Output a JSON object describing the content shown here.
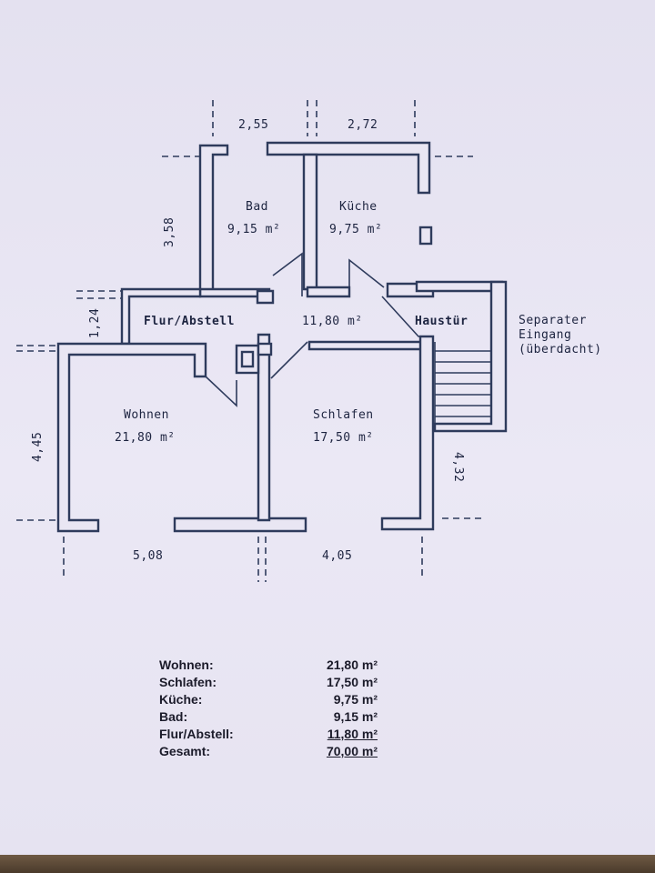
{
  "plan": {
    "rooms": [
      {
        "name": "Bad",
        "area": "9,15 m²"
      },
      {
        "name": "Küche",
        "area": "9,75 m²"
      },
      {
        "name": "Flur/Abstell",
        "area": "11,80 m²"
      },
      {
        "name": "Haustür"
      },
      {
        "name": "Wohnen",
        "area": "21,80 m²"
      },
      {
        "name": "Schlafen",
        "area": "17,50 m²"
      }
    ],
    "entrance_note": [
      "Separater",
      "Eingang",
      "(überdacht)"
    ],
    "dimensions": {
      "top_left": "2,55",
      "top_right": "2,72",
      "left_bad": "3,58",
      "left_flur": "1,24",
      "left_wohnen": "4,45",
      "right_schlafen": "4,32",
      "bottom_left": "5,08",
      "bottom_right": "4,05"
    }
  },
  "summary": {
    "rows": [
      {
        "label": "Wohnen:",
        "value": "21,80 m²"
      },
      {
        "label": "Schlafen:",
        "value": "17,50 m²"
      },
      {
        "label": "Küche:",
        "value": "9,75 m²"
      },
      {
        "label": "Bad:",
        "value": "9,15 m²"
      },
      {
        "label": "Flur/Abstell:",
        "value": "11,80 m²"
      },
      {
        "label": "Gesamt:",
        "value": "70,00 m²"
      }
    ]
  }
}
